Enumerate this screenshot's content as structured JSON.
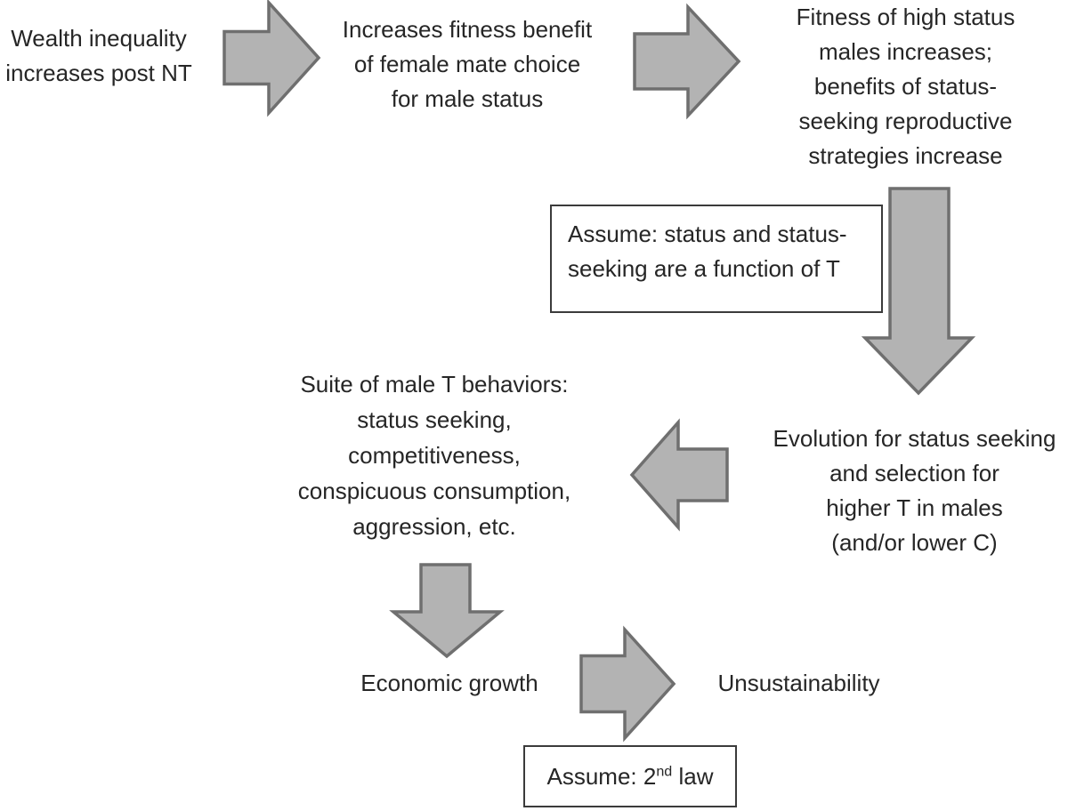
{
  "figure": {
    "type": "flowchart",
    "description": "Causal chain from wealth inequality to unsustainability"
  },
  "colors": {
    "arrow_fill": "#b3b3b3",
    "arrow_stroke": "#6f6f6f",
    "text": "#262626",
    "box_border": "#3b3b3b",
    "background": "#ffffff"
  },
  "nodes": {
    "wealth": {
      "lines": [
        "Wealth inequality",
        "increases post NT"
      ]
    },
    "mate_choice": {
      "lines": [
        "Increases fitness benefit",
        "of female mate choice",
        "for male status"
      ]
    },
    "high_status": {
      "lines": [
        "Fitness of high status",
        "males increases;",
        "benefits of status-",
        "seeking reproductive",
        "strategies increase"
      ]
    },
    "t_behaviors": {
      "lines": [
        "Suite of male T behaviors:",
        "status seeking,",
        "competitiveness,",
        "conspicuous consumption,",
        "aggression, etc."
      ]
    },
    "evolution": {
      "lines": [
        "Evolution for status seeking",
        "and selection for",
        "higher T in males",
        "(and/or lower C)"
      ]
    },
    "econ_growth": {
      "lines": [
        "Economic growth"
      ]
    },
    "unsustainability": {
      "lines": [
        "Unsustainability"
      ]
    }
  },
  "assumptions": {
    "function_of_t": {
      "lines": [
        "Assume: status and status-",
        "seeking are a function of T"
      ]
    },
    "second_law": {
      "prefix": "Assume: 2",
      "sup": "nd",
      "suffix": " law"
    }
  },
  "arrows": [
    {
      "direction": "right",
      "from": "wealth",
      "to": "mate_choice"
    },
    {
      "direction": "right",
      "from": "mate_choice",
      "to": "high_status"
    },
    {
      "direction": "down",
      "from": "high_status",
      "to": "evolution"
    },
    {
      "direction": "left",
      "from": "evolution",
      "to": "t_behaviors"
    },
    {
      "direction": "down",
      "from": "t_behaviors",
      "to": "econ_growth"
    },
    {
      "direction": "right",
      "from": "econ_growth",
      "to": "unsustainability"
    }
  ]
}
